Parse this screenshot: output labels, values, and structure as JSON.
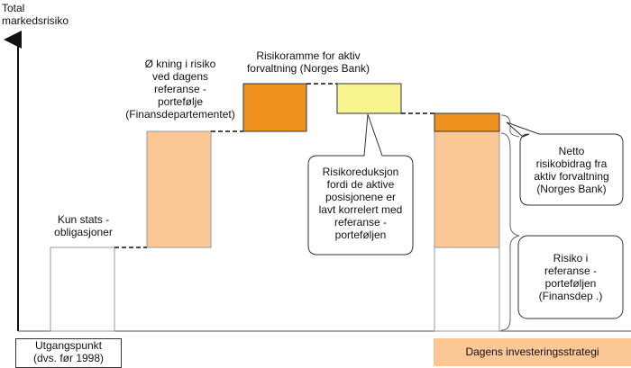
{
  "y_axis_label": "Total\nmarkedsrisiko",
  "steps": [
    {
      "label": "Kun stats -\nobligasjoner",
      "color": "#ffffff"
    },
    {
      "label": "Ø kning i risiko\nved dagens\nreferanse -\nportefølje\n(Finansdepartementet)",
      "color": "#fac795"
    },
    {
      "label": "Risikoramme for aktiv\nforvaltning (Norges Bank)",
      "color": "#f0911f"
    },
    {
      "label": "",
      "color": "#f8f48e"
    },
    {
      "label": "",
      "color": "#fac795"
    }
  ],
  "callouts": {
    "reduction": "Risikoreduksjon\nfordi de aktive\nposisjonene er\nlavt korrelert med\nreferanse -\nporteføljen",
    "net_contribution": "Netto\nrisikobidrag fra\naktiv forvaltning\n(Norges Bank)",
    "reference_risk": "Risiko i\nreferanse -\nporteføljen\n(Finansdep .)"
  },
  "bottom": {
    "start": "Utgangspunkt\n(dvs. før 1998)",
    "strategy": "Dagens investeringsstrategi"
  },
  "colors": {
    "light_orange": "#fac795",
    "dark_orange": "#f0911f",
    "yellow": "#f8f48e",
    "stroke": "#333333"
  }
}
